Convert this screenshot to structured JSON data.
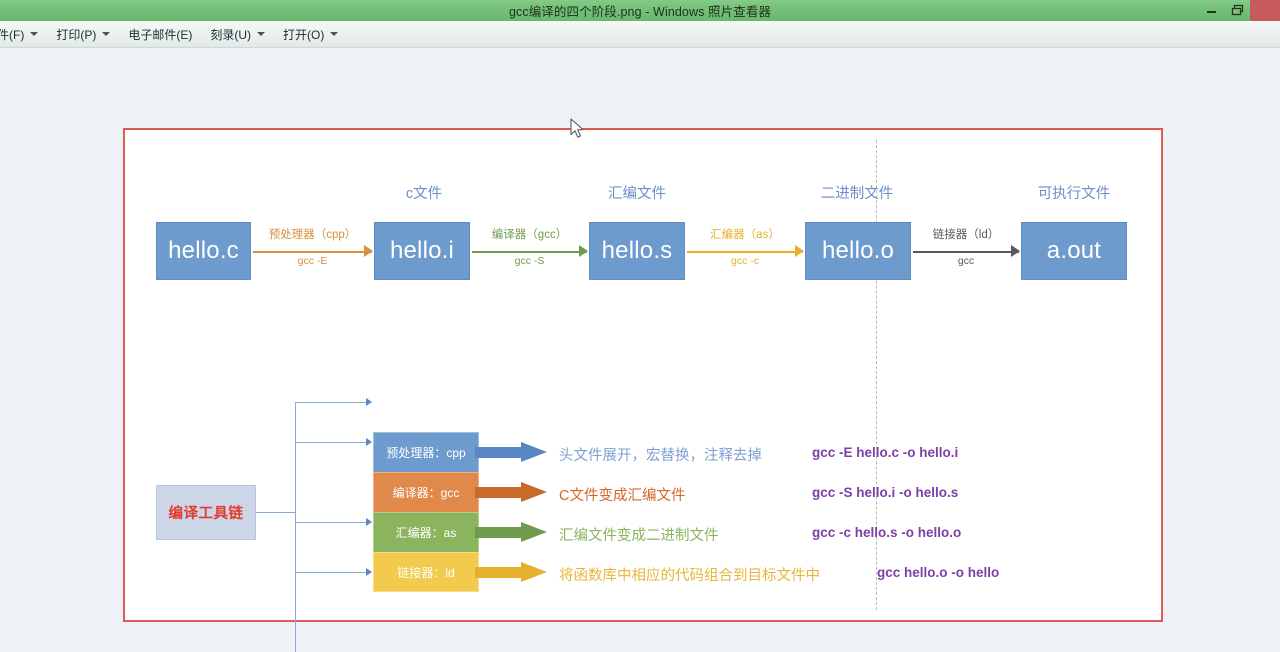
{
  "window": {
    "title": "gcc编译的四个阶段.png - Windows 照片查看器",
    "controls": {
      "minimize": "minimize",
      "restore": "restore",
      "close": "close"
    }
  },
  "toolbar": {
    "items": [
      {
        "label": "件(F)",
        "has_caret": true
      },
      {
        "label": "打印(P)",
        "has_caret": true
      },
      {
        "label": "电子邮件(E)",
        "has_caret": false
      },
      {
        "label": "刻录(U)",
        "has_caret": true
      },
      {
        "label": "打开(O)",
        "has_caret": true
      }
    ]
  },
  "diagram": {
    "stage_labels": [
      {
        "text": "c文件"
      },
      {
        "text": "汇编文件"
      },
      {
        "text": "二进制文件"
      },
      {
        "text": "可执行文件"
      }
    ],
    "file_boxes": [
      {
        "name": "hello.c"
      },
      {
        "name": "hello.i"
      },
      {
        "name": "hello.s"
      },
      {
        "name": "hello.o"
      },
      {
        "name": "a.out"
      }
    ],
    "connectors": [
      {
        "tool": "预处理器（cpp）",
        "command": "gcc -E",
        "color": "#d98f3f"
      },
      {
        "tool": "编译器（gcc）",
        "command": "gcc -S",
        "color": "#6f9b4e"
      },
      {
        "tool": "汇编器（as）",
        "command": "gcc -c",
        "color": "#e5b12c"
      },
      {
        "tool": "链接器（ld）",
        "command": "gcc",
        "color": "#595959"
      }
    ],
    "toolchain": {
      "title": "编译工具链",
      "title_color": "#e4392a",
      "rows": [
        {
          "label": "预处理器：cpp",
          "color": "#6e9bcd"
        },
        {
          "label": "编译器：gcc",
          "color": "#e0894a"
        },
        {
          "label": "汇编器：as",
          "color": "#8ab55e"
        },
        {
          "label": "链接器：ld",
          "color": "#f2cb4e"
        }
      ],
      "descriptions": [
        {
          "text": "头文件展开，宏替换，注释去掉",
          "color": "#7e9fd0",
          "command": "gcc -E hello.c -o hello.i"
        },
        {
          "text": "C文件变成汇编文件",
          "color": "#d4682a",
          "command": "gcc -S hello.i -o hello.s"
        },
        {
          "text": "汇编文件变成二进制文件",
          "color": "#8ab55e",
          "command": "gcc -c hello.s -o hello.o"
        },
        {
          "text": "将函数库中相应的代码组合到目标文件中",
          "color": "#e8b53a",
          "command": "gcc hello.o -o hello"
        }
      ]
    }
  },
  "watermark": {
    "text": ""
  }
}
